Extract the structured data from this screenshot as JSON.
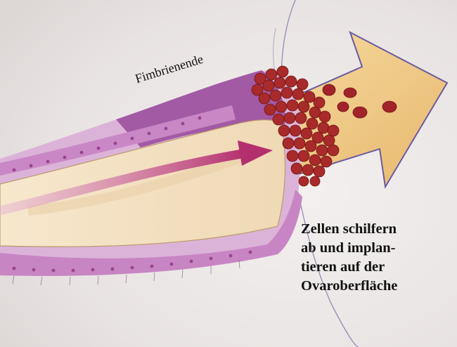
{
  "labels": {
    "fimbrien": "Fimbrienende",
    "caption_lines": [
      "Zellen schilfern",
      "ab und implan-",
      "tieren auf der",
      "Ovaroberfläche"
    ]
  },
  "colors": {
    "background": "#ece8e6",
    "tube_wall": "#d8a8d4",
    "tube_wall_dark": "#9d4a98",
    "lumen": "#f4e2c4",
    "arrow": "#f1cc86",
    "cells": "#a92a2a",
    "flow_arrow": "#c1437c"
  }
}
